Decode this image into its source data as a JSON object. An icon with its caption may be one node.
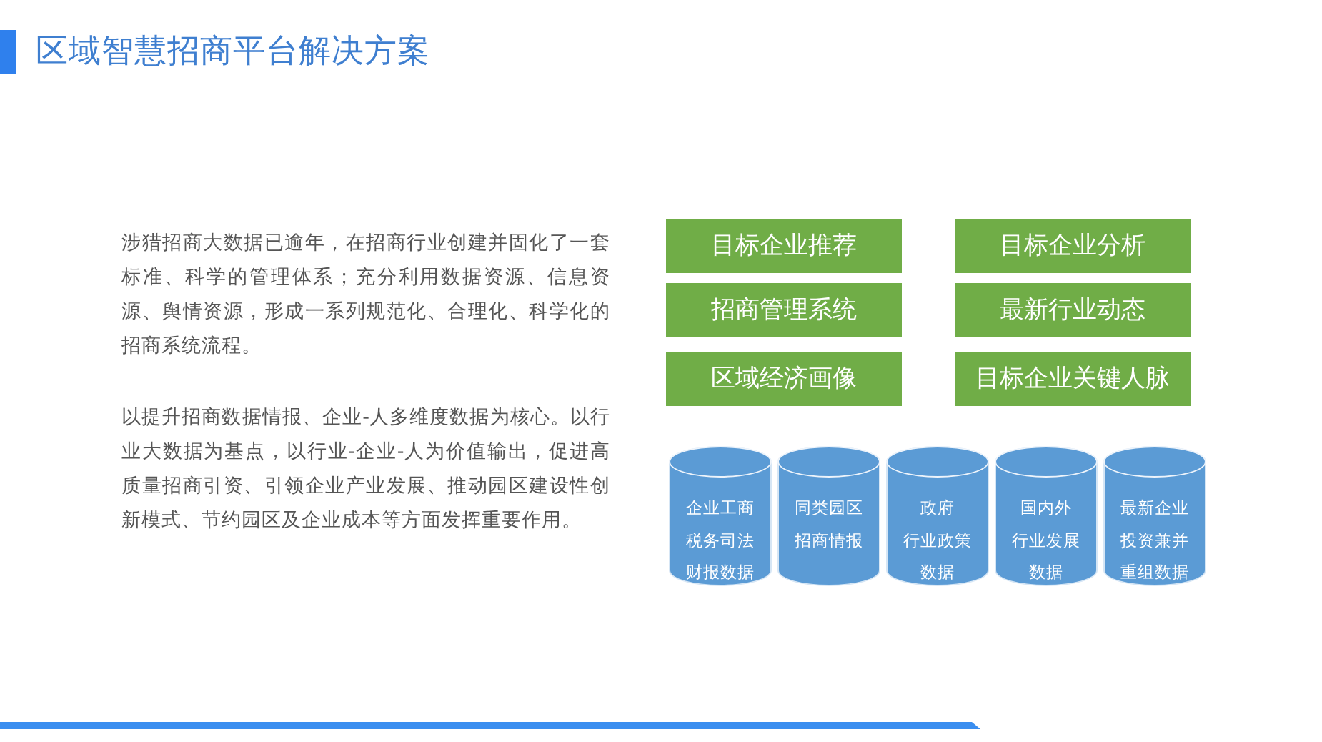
{
  "diagram": {
    "title": "区域智慧招商平台解决方案",
    "nodes": [
      {
        "text": [
          "目标企业推荐"
        ]
      },
      {
        "text": [
          "目标企业分析"
        ]
      },
      {
        "text": [
          "招商管理系统"
        ]
      },
      {
        "text": [
          "最新行业动态"
        ]
      },
      {
        "text": [
          "区域经济画像"
        ]
      },
      {
        "text": [
          "目标企业关键人脉"
        ]
      },
      {
        "text": [
          "企业工商",
          "税务司法",
          "财报数据"
        ]
      },
      {
        "text": [
          "同类园区",
          "招商情报"
        ]
      },
      {
        "text": [
          "政府",
          "行业政策",
          "数据"
        ]
      },
      {
        "text": [
          "国内外",
          "行业发展",
          "数据"
        ]
      },
      {
        "text": [
          "最新企业",
          "投资兼并",
          "重组数据"
        ]
      }
    ],
    "labels": [
      "涉猎招商大数据已逾年，在招商行业创建并固化了一套标准、科学的管理体系；充分利用数据资源、信息资源、舆情资源，形成一系列规范化、合理化、科学化的招商系统流程。",
      "以提升招商数据情报、企业-人多维度数据为核心。以行业大数据为基点，以行业-企业-人为价值输出，促进高质量招商引资、引领企业产业发展、推动园区建设性创新模式、节约园区及企业成本等方面发挥重要作用。"
    ]
  }
}
